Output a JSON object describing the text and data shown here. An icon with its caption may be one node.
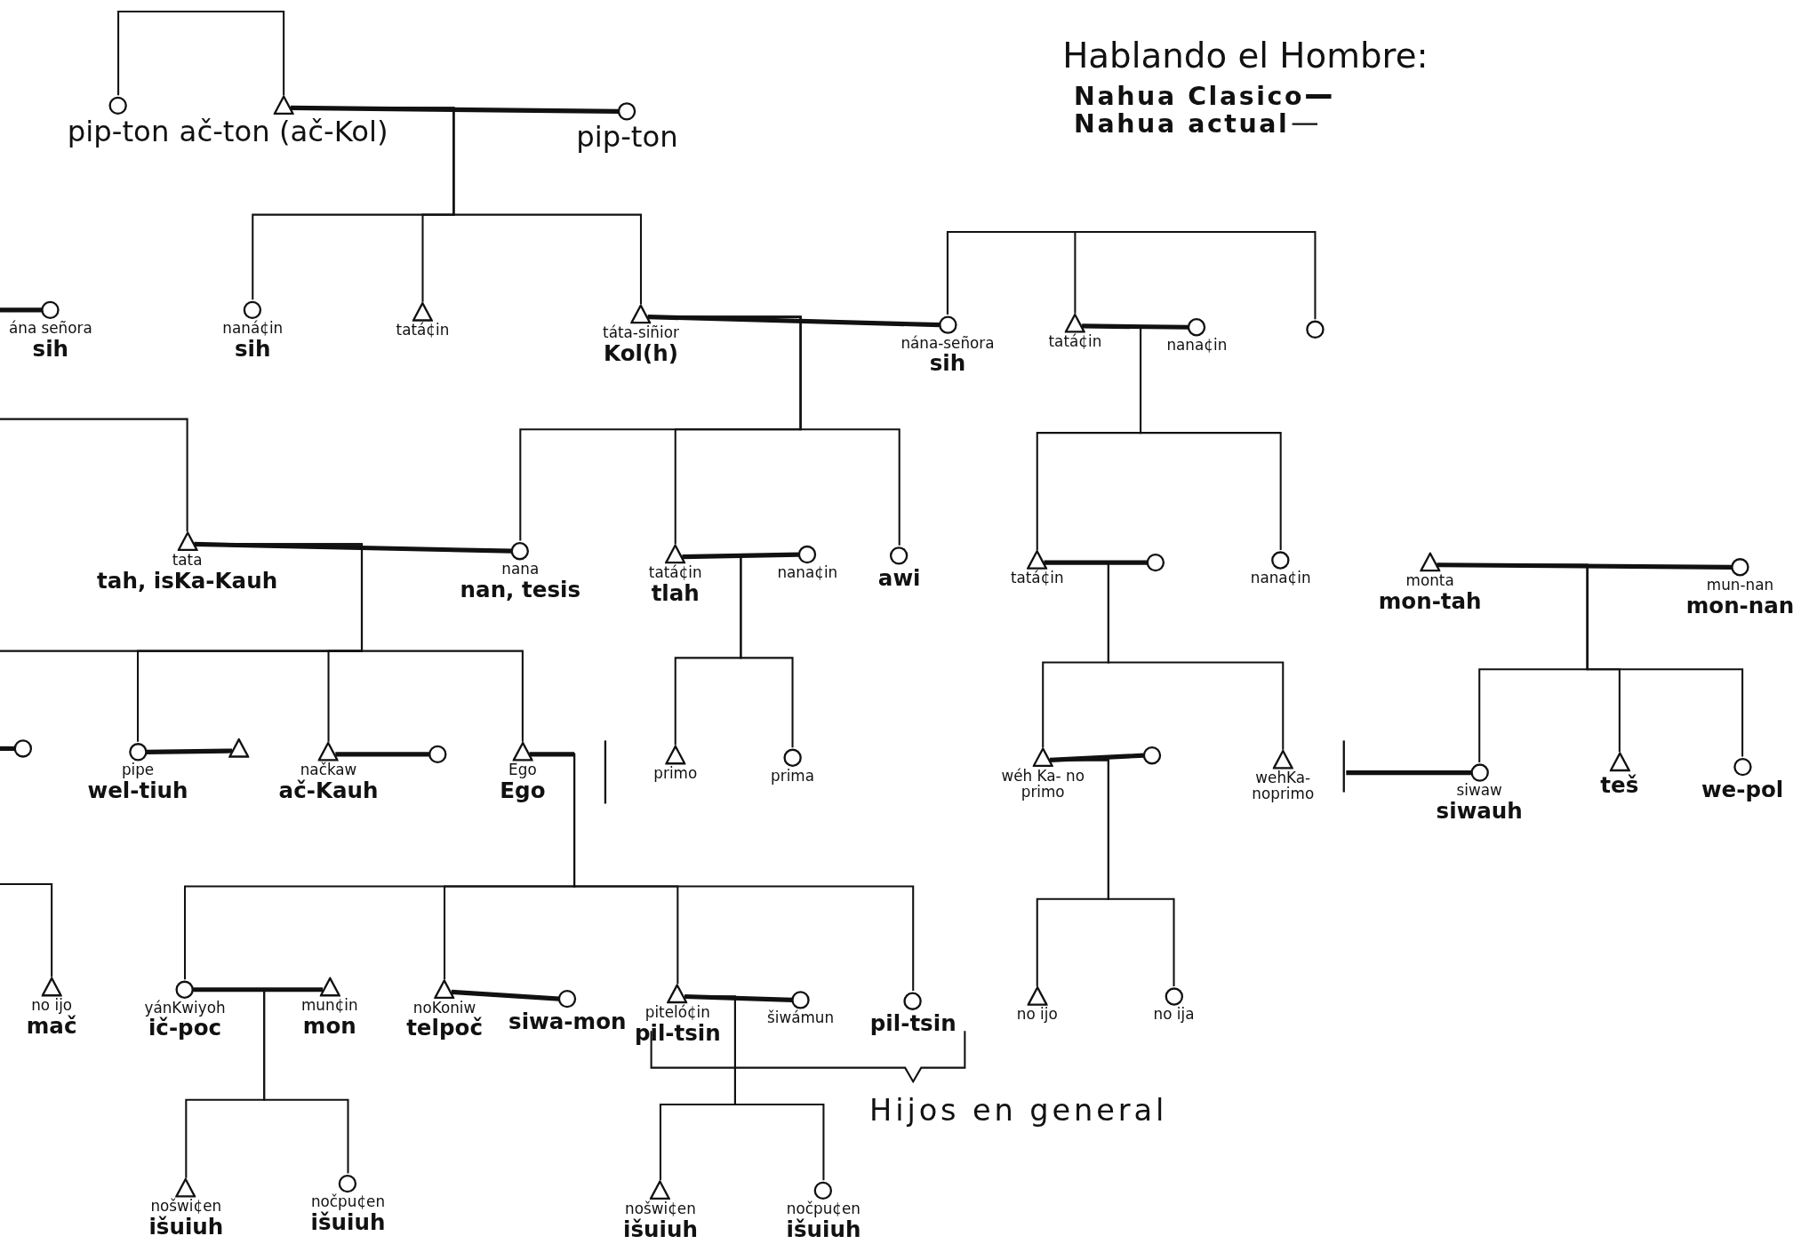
{
  "diagram": {
    "title": "Hablando el Hombre:",
    "nodes": [
      {
        "text": [
          "pip-ton"
        ]
      },
      {
        "text": [
          "ač-ton (ač-Kol)"
        ]
      },
      {
        "text": [
          "pip-ton"
        ]
      },
      {
        "text": [
          "ána señora",
          "sih"
        ]
      },
      {
        "text": [
          "naná¢in",
          "sih"
        ]
      },
      {
        "text": [
          "tatá¢in"
        ]
      },
      {
        "text": [
          "táta-siñior",
          "Kol(h)"
        ]
      },
      {
        "text": [
          "nána-señora",
          "sih"
        ]
      },
      {
        "text": [
          "tatá¢in"
        ]
      },
      {
        "text": [
          "nana¢in"
        ]
      },
      {
        "text": [],
        "shape": "circle"
      },
      {
        "text": [
          "tata",
          "tah, isKa-Kauh"
        ]
      },
      {
        "text": [
          "nana",
          "nan, tesis"
        ]
      },
      {
        "text": [
          "tatá¢in",
          "tlah"
        ]
      },
      {
        "text": [
          "nana¢in"
        ]
      },
      {
        "text": [
          "awi"
        ]
      },
      {
        "text": [
          "tatá¢in"
        ]
      },
      {
        "text": [],
        "shape": "circle"
      },
      {
        "text": [
          "nana¢in"
        ]
      },
      {
        "text": [
          "monta",
          "mon-tah"
        ]
      },
      {
        "text": [
          "mun-nan",
          "mon-nan"
        ]
      },
      {
        "text": [],
        "shape": "circle"
      },
      {
        "text": [
          "pipe",
          "wel-tiuh"
        ]
      },
      {
        "text": [],
        "shape": "triangle"
      },
      {
        "text": [
          "načkaw",
          "ač-Kauh"
        ]
      },
      {
        "text": [],
        "shape": "circle"
      },
      {
        "text": [
          "Ego",
          "Ego"
        ]
      },
      {
        "text": [
          "primo"
        ]
      },
      {
        "text": [
          "prima"
        ]
      },
      {
        "text": [
          "wéh Ka- no primo"
        ]
      },
      {
        "text": [],
        "shape": "circle"
      },
      {
        "text": [
          "wehKa- noprimo"
        ]
      },
      {
        "text": [
          "siwaw",
          "siwauh"
        ]
      },
      {
        "text": [
          "teš"
        ]
      },
      {
        "text": [
          "we-pol"
        ]
      },
      {
        "text": [
          "no ijo",
          "mač"
        ]
      },
      {
        "text": [
          "yánKwiyoh",
          "ič-poc"
        ]
      },
      {
        "text": [
          "mun¢in",
          "mon"
        ]
      },
      {
        "text": [
          "noKoniw",
          "telpoč"
        ]
      },
      {
        "text": [
          "siwa-mon"
        ]
      },
      {
        "text": [
          "piteló¢in",
          "pil-tsin"
        ]
      },
      {
        "text": [
          "šiwámun"
        ]
      },
      {
        "text": [
          "pil-tsin"
        ]
      },
      {
        "text": [
          "no ijo"
        ]
      },
      {
        "text": [
          "no ija"
        ]
      },
      {
        "text": [
          "nošwi¢en",
          "išuiuh"
        ]
      },
      {
        "text": [
          "nočpu¢en",
          "išuiuh"
        ]
      },
      {
        "text": [
          "nošwi¢en",
          "išuiuh"
        ]
      },
      {
        "text": [
          "nočpu¢en",
          "išuiuh"
        ]
      }
    ],
    "edges": [
      {
        "from": 0,
        "to": 1,
        "arrow": "none"
      },
      {
        "from": 1,
        "to": 2,
        "arrow": "none",
        "style": "thick"
      },
      {
        "from": 1,
        "to": 4,
        "arrow": "none"
      },
      {
        "from": 1,
        "to": 5,
        "arrow": "none"
      },
      {
        "from": 1,
        "to": 6,
        "arrow": "none"
      },
      {
        "from": null,
        "to": 3,
        "arrow": "none",
        "style": "thick"
      },
      {
        "from": 6,
        "to": 7,
        "arrow": "none",
        "style": "thick"
      },
      {
        "from": 7,
        "to": 8,
        "arrow": "none"
      },
      {
        "from": 7,
        "to": 10,
        "arrow": "none"
      },
      {
        "from": 8,
        "to": 9,
        "arrow": "none",
        "style": "thick"
      },
      {
        "from": null,
        "to": 11,
        "arrow": "none"
      },
      {
        "from": 6,
        "to": 12,
        "arrow": "none"
      },
      {
        "from": 6,
        "to": 13,
        "arrow": "none"
      },
      {
        "from": 6,
        "to": 15,
        "arrow": "none"
      },
      {
        "from": 8,
        "to": 16,
        "arrow": "none"
      },
      {
        "from": 8,
        "to": 18,
        "arrow": "none"
      },
      {
        "from": 11,
        "to": 12,
        "arrow": "none",
        "style": "thick"
      },
      {
        "from": 13,
        "to": 14,
        "arrow": "none",
        "style": "thick"
      },
      {
        "from": 16,
        "to": 17,
        "arrow": "none",
        "style": "thick"
      },
      {
        "from": 19,
        "to": 20,
        "arrow": "none",
        "style": "thick"
      },
      {
        "from": null,
        "to": 21,
        "arrow": "none",
        "style": "thick"
      },
      {
        "from": 11,
        "to": 22,
        "arrow": "none"
      },
      {
        "from": 11,
        "to": 24,
        "arrow": "none"
      },
      {
        "from": 11,
        "to": 26,
        "arrow": "none"
      },
      {
        "from": 11,
        "to": null,
        "arrow": "none"
      },
      {
        "from": 22,
        "to": 23,
        "arrow": "none",
        "style": "thick"
      },
      {
        "from": 24,
        "to": 25,
        "arrow": "none",
        "style": "thick"
      },
      {
        "from": 26,
        "to": null,
        "arrow": "none",
        "style": "thick"
      },
      {
        "from": 13,
        "to": 27,
        "arrow": "none"
      },
      {
        "from": 13,
        "to": 28,
        "arrow": "none"
      },
      {
        "from": 16,
        "to": 29,
        "arrow": "none"
      },
      {
        "from": 16,
        "to": 31,
        "arrow": "none"
      },
      {
        "from": 29,
        "to": 30,
        "arrow": "none",
        "style": "thick"
      },
      {
        "from": null,
        "to": 32,
        "arrow": "none",
        "style": "thick"
      },
      {
        "from": 19,
        "to": 32,
        "arrow": "none"
      },
      {
        "from": 19,
        "to": 33,
        "arrow": "none"
      },
      {
        "from": 19,
        "to": 34,
        "arrow": "none"
      },
      {
        "from": null,
        "to": 35,
        "arrow": "none"
      },
      {
        "from": 26,
        "to": 36,
        "arrow": "none"
      },
      {
        "from": 26,
        "to": 38,
        "arrow": "none"
      },
      {
        "from": 26,
        "to": 40,
        "arrow": "none"
      },
      {
        "from": 26,
        "to": 42,
        "arrow": "none"
      },
      {
        "from": 29,
        "to": 43,
        "arrow": "none"
      },
      {
        "from": 29,
        "to": 44,
        "arrow": "none"
      },
      {
        "from": 36,
        "to": 37,
        "arrow": "none",
        "style": "thick"
      },
      {
        "from": 38,
        "to": 39,
        "arrow": "none",
        "style": "thick"
      },
      {
        "from": 40,
        "to": 41,
        "arrow": "none",
        "style": "thick"
      },
      {
        "from": 36,
        "to": 45,
        "arrow": "none"
      },
      {
        "from": 36,
        "to": 46,
        "arrow": "none"
      },
      {
        "from": 40,
        "to": 47,
        "arrow": "none"
      },
      {
        "from": 40,
        "to": 48,
        "arrow": "none"
      }
    ],
    "labels": [
      "Hijos en general"
    ],
    "legend": [
      {
        "text": "Nahua Clasico"
      },
      {
        "text": "Nahua actual"
      }
    ]
  }
}
